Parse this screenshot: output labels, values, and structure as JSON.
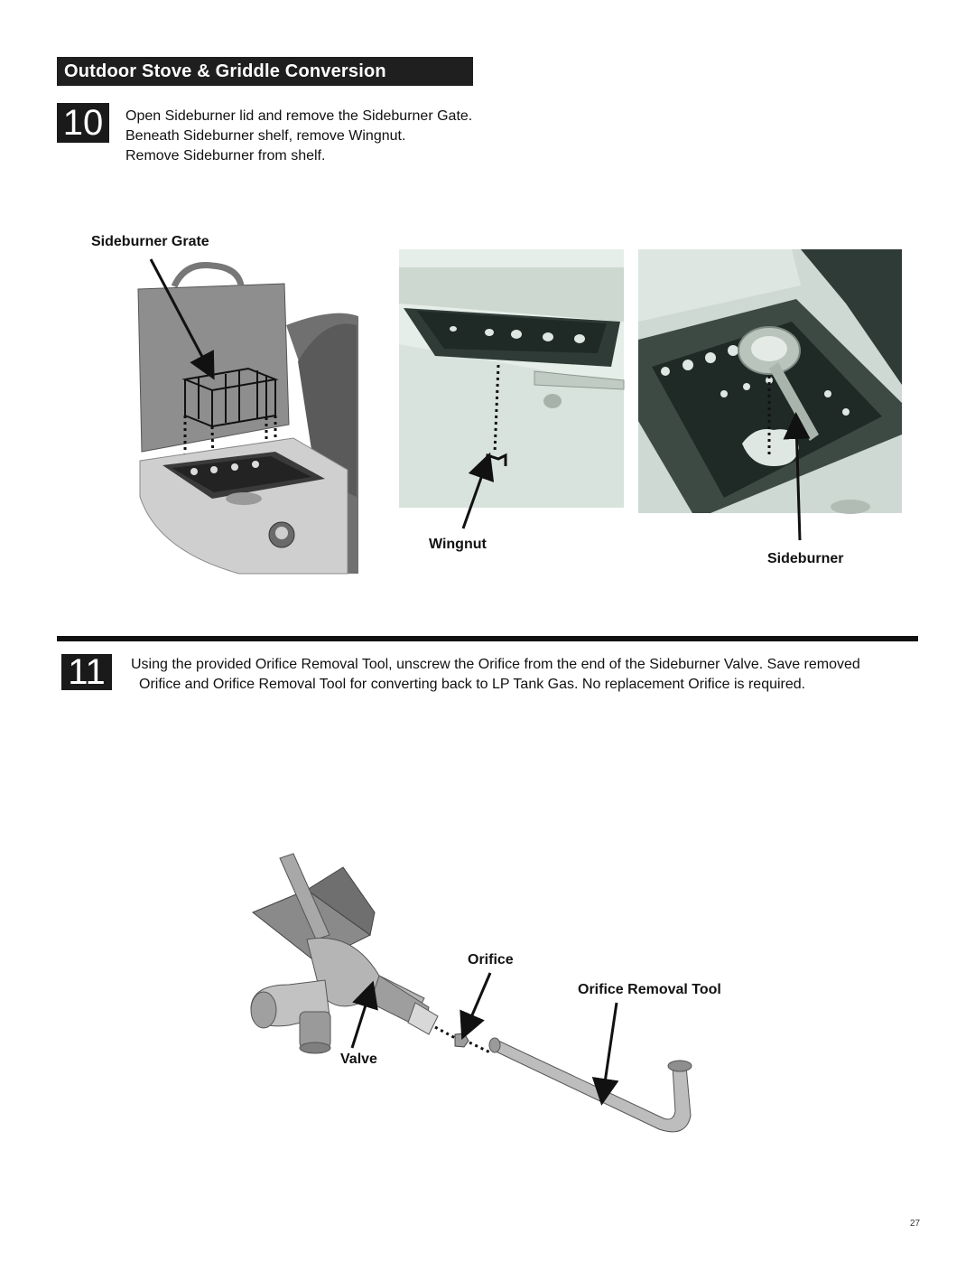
{
  "header": {
    "title": "Outdoor Stove & Griddle Conversion"
  },
  "step10": {
    "number": "10",
    "lines": [
      "Open Sideburner lid and remove the Sideburner Gate.",
      "Beneath Sideburner shelf, remove Wingnut.",
      "Remove Sideburner from shelf."
    ],
    "labels": {
      "grate": "Sideburner Grate",
      "wingnut": "Wingnut",
      "sideburner": "Sideburner"
    }
  },
  "step11": {
    "number": "11",
    "lines": [
      "Using the provided Orifice Removal Tool, unscrew the Orifice from the end of the Sideburner Valve.  Save removed",
      "Orifice and Orifice Removal Tool for converting back to LP Tank Gas.  No replacement Orifice is required."
    ],
    "labels": {
      "orifice": "Orifice",
      "tool": "Orifice Removal Tool",
      "valve": "Valve"
    }
  },
  "footer": {
    "page_number": "27"
  }
}
